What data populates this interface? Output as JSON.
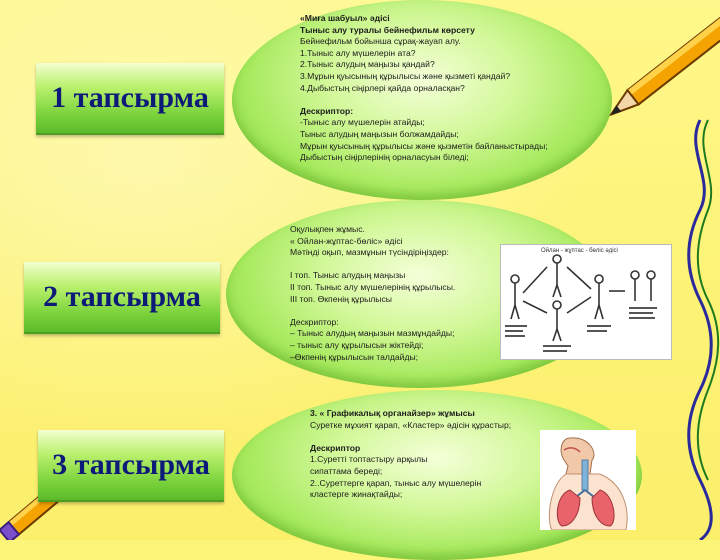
{
  "tasks": [
    {
      "label": "1 тапсырма"
    },
    {
      "label": "2 тапсырма"
    },
    {
      "label": "3 тапсырма"
    }
  ],
  "block1": {
    "lines": [
      "«Миға шабуыл» әдісі",
      "Тыныс алу туралы  бейнефильм көрсету",
      "Бейнефильм бойынша сұрақ-жауап алу.",
      "1.Тыныс алу мүшелерін ата?",
      "2.Тыныс алудың маңызы қандай?",
      "3.Мұрын қуысының құрылысы және қызметі қандай?",
      "4.Дыбыстың сіңірлері қайда орналасқан?",
      "",
      "Дескриптор:",
      "-Тыныс алу мүшелерін атайды;",
      "Тыныс алудың маңызын болжамдайды;",
      "Мұрын қуысының құрылысы және қызметін байланыстырады;",
      "Дыбыстың сіңірлерінің орналасуын біледі;"
    ]
  },
  "block2": {
    "lines": [
      "Оқулықпен жұмыс.",
      "« Ойлан-жұптас-бөліс» әдісі",
      "Мәтінді оқып, мазмұнын түсіндіріңіздер:",
      "",
      "I топ. Тыныс алудың маңызы",
      "II топ. Тыныс алу мүшелерінің құрылысы.",
      "III топ. Өкпенің құрылысы",
      "",
      "Дескриптор:",
      "– Тыныс алудың маңызын мазмұндайды;",
      "– тыныс алу құрылысын жіктейді;",
      "–Өкпенің құрылысын талдайды;"
    ],
    "figure_caption": "Ойлан - жұптас - бөліс әдісі"
  },
  "block3": {
    "lines": [
      "3. « Графикалық органайзер» жұмысы",
      "Суретке мұхият қарап, «Кластер» әдісін құрастыр;",
      "",
      "Дескриптор",
      "1.Суретті топтастыру арқылы",
      "сипаттама береді;",
      "2..Суреттерге қарап, тыныс алу мүшелерін",
      "кластерге жинақтайды;"
    ]
  },
  "colors": {
    "background": "#fdf57a",
    "task_text": "#0d1a78",
    "oval_green": "#a7ea5e",
    "button_green": "#79d23a"
  },
  "icons": [
    "pencil-icon-top",
    "pencil-icon-bottom",
    "respiratory-system-figure",
    "think-pair-share-figure"
  ]
}
